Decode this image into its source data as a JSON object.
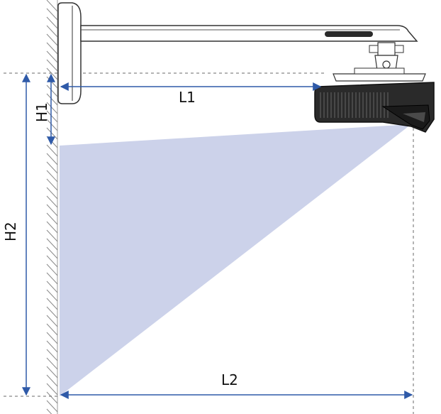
{
  "labels": {
    "l1": "L1",
    "l2": "L2",
    "h1": "H1",
    "h2": "H2"
  },
  "colors": {
    "dimension_line": "#2f5aa8",
    "projection_beam": "#ccd2ea",
    "wall_hatch": "#8a8a8a",
    "projector_body": "#2a2a2a",
    "mount": "#5a5a5a"
  },
  "icons": {
    "wall": "wall-hatch-icon",
    "mount": "wall-mount-arm-icon",
    "projector": "projector-icon"
  }
}
